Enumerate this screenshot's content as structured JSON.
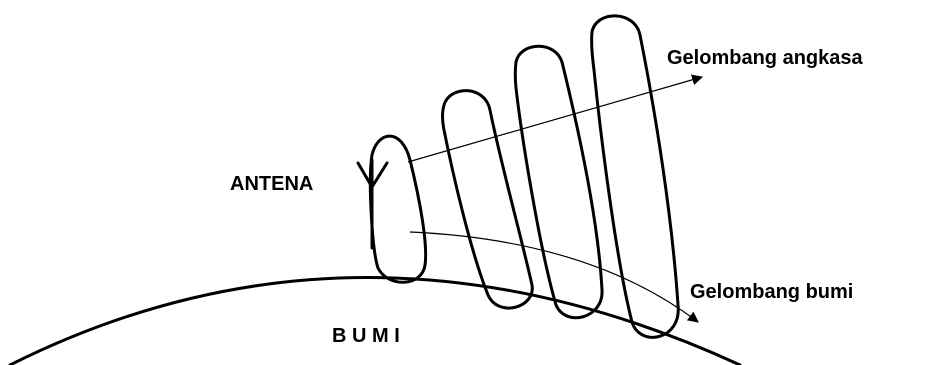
{
  "labels": {
    "antenna": "ANTENA",
    "sky_wave": "Gelombang angkasa",
    "ground_wave": "Gelombang bumi",
    "earth": "B U M I"
  },
  "colors": {
    "stroke": "#000000",
    "background": "#ffffff"
  }
}
